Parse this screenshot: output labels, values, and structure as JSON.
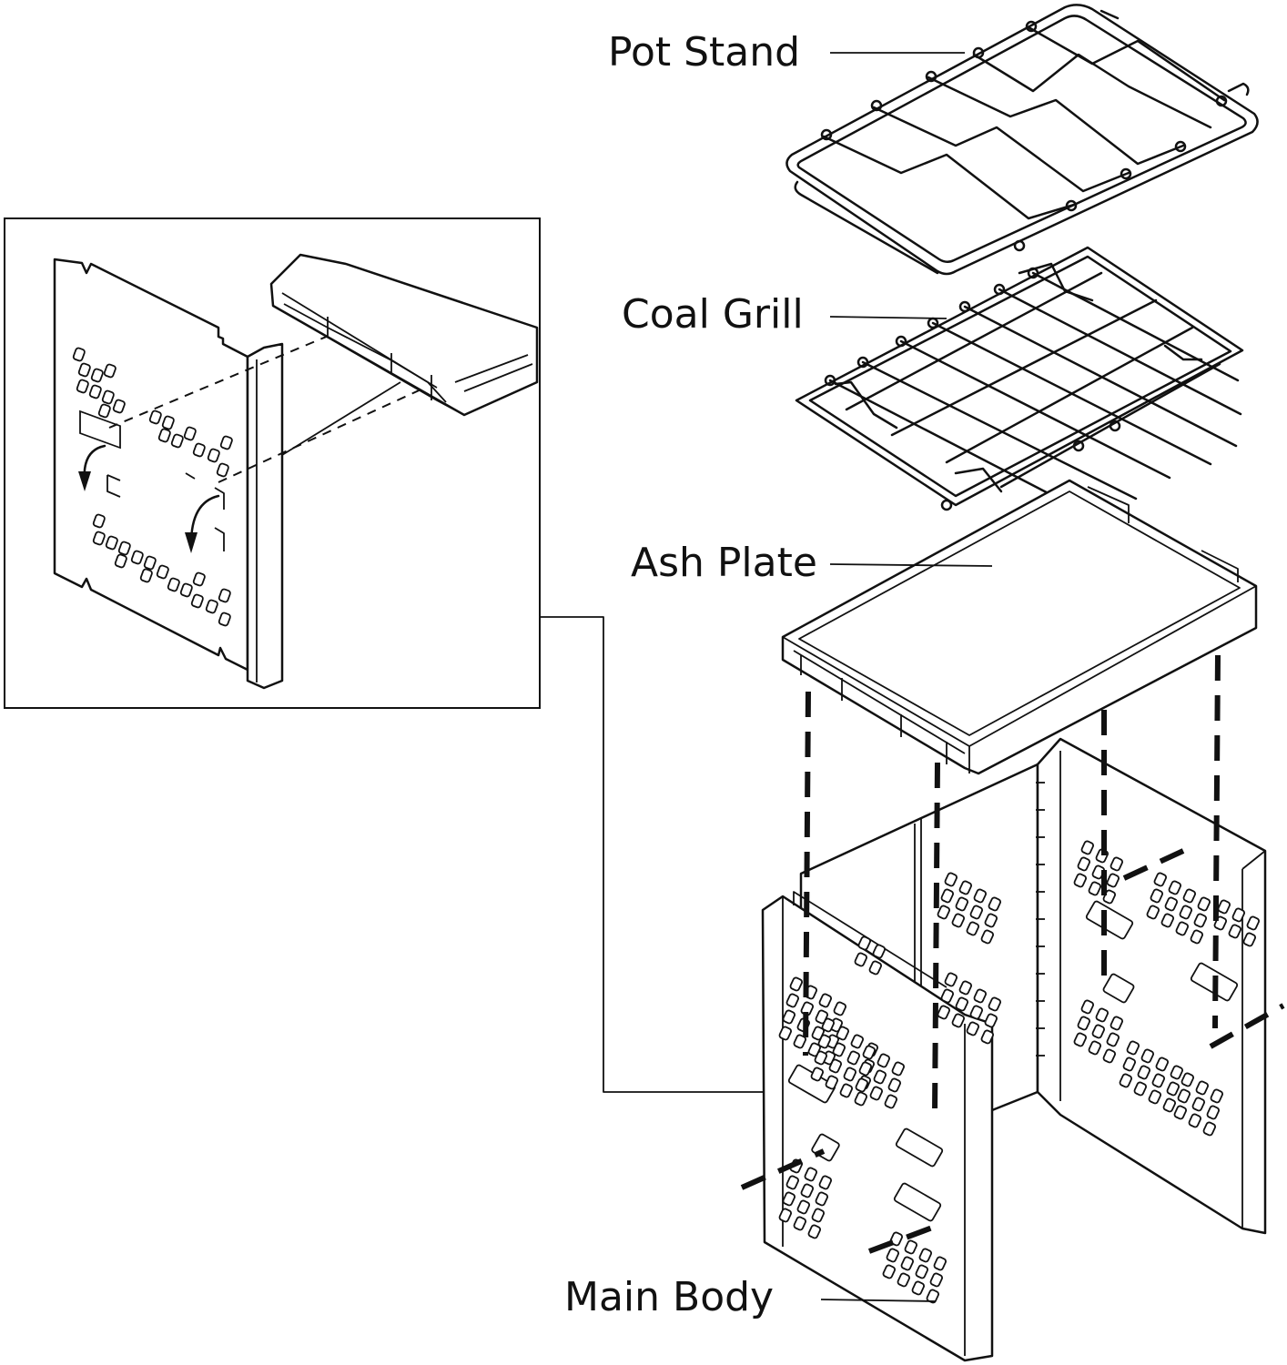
{
  "diagram": {
    "labels": {
      "pot_stand": "Pot Stand",
      "coal_grill": "Coal Grill",
      "ash_plate": "Ash Plate",
      "main_body": "Main Body"
    }
  }
}
